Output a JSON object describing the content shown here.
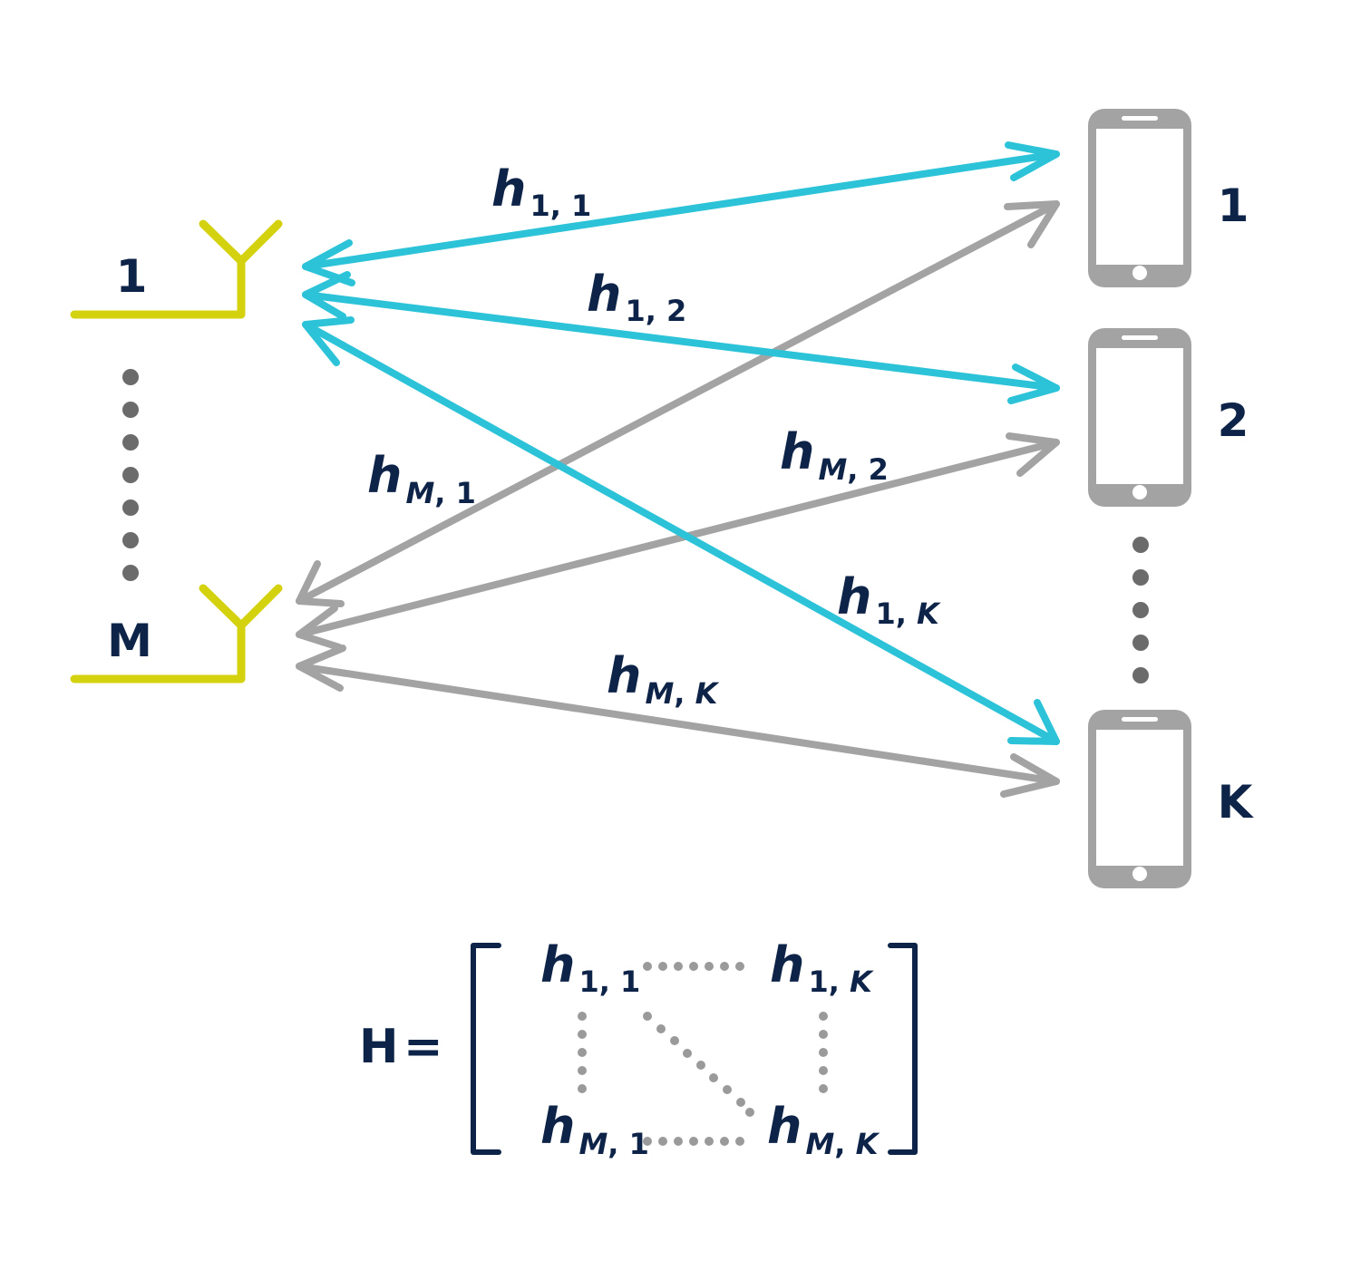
{
  "colors": {
    "antenna": "#d4d10f",
    "link_first_antenna": "#2cc3d8",
    "link_last_antenna": "#a3a3a3",
    "device": "#a3a3a3",
    "text": "#0d2347",
    "dots": "#6b6b6b",
    "matrix_dots": "#9a9a9a"
  },
  "antennas": [
    {
      "label": "1"
    },
    {
      "label": "M"
    }
  ],
  "devices": [
    {
      "label": "1"
    },
    {
      "label": "2"
    },
    {
      "label": "K"
    }
  ],
  "links": [
    {
      "h": "h",
      "sub_a": "1",
      "sub_b": "1"
    },
    {
      "h": "h",
      "sub_a": "1",
      "sub_b": "2"
    },
    {
      "h": "h",
      "sub_a": "1",
      "sub_b": "K"
    },
    {
      "h": "h",
      "sub_a": "M",
      "sub_b": "1"
    },
    {
      "h": "h",
      "sub_a": "M",
      "sub_b": "2"
    },
    {
      "h": "h",
      "sub_a": "M",
      "sub_b": "K"
    }
  ],
  "matrix": {
    "name": "H",
    "equals": "=",
    "cells": [
      {
        "h": "h",
        "sub_a": "1",
        "sub_b": "1"
      },
      {
        "h": "h",
        "sub_a": "1",
        "sub_b": "K"
      },
      {
        "h": "h",
        "sub_a": "M",
        "sub_b": "1"
      },
      {
        "h": "h",
        "sub_a": "M",
        "sub_b": "K"
      }
    ]
  }
}
